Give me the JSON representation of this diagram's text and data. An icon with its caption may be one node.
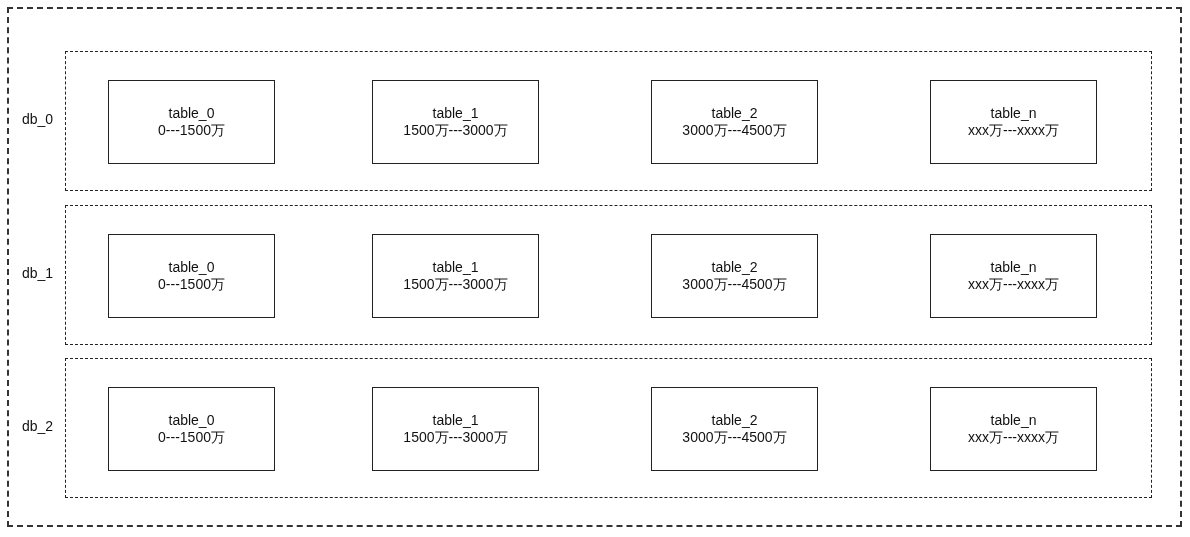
{
  "diagram": {
    "nodes": [
      {
        "text": [],
        "shape": "box"
      },
      {
        "text": [
          "db_0"
        ],
        "in": 0
      },
      {
        "text": [
          "table_0 0---1500万"
        ],
        "in": 1
      },
      {
        "text": [
          "table_1 1500万---3000万"
        ],
        "in": 1
      },
      {
        "text": [
          "table_2 3000万---4500万"
        ],
        "in": 1
      },
      {
        "text": [
          "table_n xxx万---xxxx万"
        ],
        "in": 1
      },
      {
        "text": [
          "db_1"
        ],
        "in": 0
      },
      {
        "text": [
          "table_0 0---1500万"
        ],
        "in": 6
      },
      {
        "text": [
          "table_1 1500万---3000万"
        ],
        "in": 6
      },
      {
        "text": [
          "table_2 3000万---4500万"
        ],
        "in": 6
      },
      {
        "text": [
          "table_n xxx万---xxxx万"
        ],
        "in": 6
      },
      {
        "text": [
          "db_2"
        ],
        "in": 0
      },
      {
        "text": [
          "table_0 0---1500万"
        ],
        "in": 11
      },
      {
        "text": [
          "table_1 1500万---3000万"
        ],
        "in": 11
      },
      {
        "text": [
          "table_2 3000万---4500万"
        ],
        "in": 11
      },
      {
        "text": [
          "table_n xxx万---xxxx万"
        ],
        "in": 11
      }
    ]
  }
}
